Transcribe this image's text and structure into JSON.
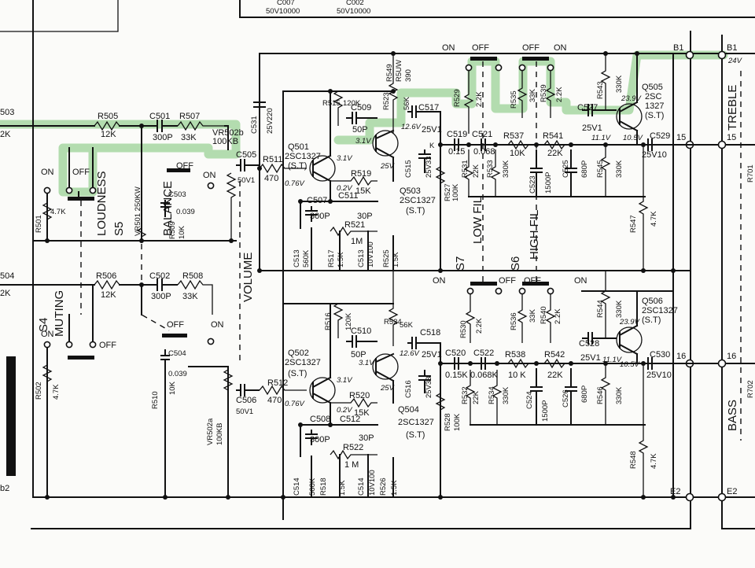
{
  "top_caps": [
    {
      "line1": "C007",
      "line2": "50V10000"
    },
    {
      "line1": "C002",
      "line2": "50V10000"
    }
  ],
  "switches": {
    "s5": {
      "name": "S5",
      "title": "LOUDNESS",
      "on": "ON",
      "off": "OFF"
    },
    "s4": {
      "name": "S4",
      "title": "MUTING",
      "on": "ON",
      "off": "OFF"
    },
    "s7": {
      "name": "S7",
      "title": "LOW FIL",
      "on": "ON",
      "off": "OFF"
    },
    "s6": {
      "name": "S6",
      "title": "HIGH FIL",
      "on": "ON",
      "off": "OFF"
    },
    "balance": {
      "title": "BALANCE",
      "off": "OFF",
      "on": "ON"
    },
    "volume": {
      "title": "VOLUME",
      "off": "OFF",
      "on": "ON"
    }
  },
  "rails": {
    "b1_left": "B1",
    "b1_right": "B1",
    "b1_volt": "24V",
    "e2_left": "E2",
    "e2_right": "E2",
    "n15_left": "15",
    "n15_right": "15",
    "n16_left": "16",
    "n16_right": "16",
    "treble": "TREBLE",
    "bass": "BASS",
    "r701": "R701",
    "r702": "R702"
  },
  "left_edge": {
    "r503": "503",
    "r503_val": "2K",
    "r504": "504",
    "r504_val": "2K",
    "b2": "b2"
  },
  "upper": {
    "r505": "R505",
    "r505_val": "12K",
    "c501": "C501",
    "c501_val": "300P",
    "r507": "R507",
    "r507_val": "33K",
    "r501": "R501",
    "r501_val": "4.7K",
    "vr501": "VR501 250KW",
    "c503": "C503",
    "c503_val": "0.039",
    "r509": "R509",
    "r509_val": "10K",
    "vr502b": "VR502b",
    "vr502b_val": "100KB",
    "c505": "C505",
    "c505_val": "50V1",
    "c531": "C531",
    "c531_val": "25V220",
    "r511": "R511",
    "r511_val": "470",
    "v076": "0.76V",
    "q501": "Q501",
    "q501_type": "2SC1327",
    "q501_st": "(S.T)",
    "v31a": "3.1V",
    "v31b": "3.1V",
    "v02": "0.2V",
    "v25": "25V",
    "v126": "12.6V",
    "r515": "R515",
    "r515_val": "120K",
    "c509": "C509",
    "c509_val": "50P",
    "r523": "R523",
    "r523_val": "56K",
    "r549": "R549",
    "r549_val": "R5UW",
    "r549_val2": "390",
    "r519": "R519",
    "r519_val": "15K",
    "c507": "C507",
    "c507_val": "300P",
    "c511": "C511",
    "c511_val": "30P",
    "r521": "R521",
    "r521_val": "1M",
    "c513": "C513",
    "c513_val": "560K",
    "r517": "R517",
    "r517_val": "1.5K",
    "c513b": "C513",
    "c513b_val": "10V100",
    "r525": "R525",
    "r525_val": "1.5K",
    "q503": "Q503",
    "q503_type": "2SC1327",
    "q503_st": "(S.T)",
    "c515": "C515",
    "c515_val": "25V33",
    "c517": "C517",
    "c517_val": "25V1",
    "r527": "R527",
    "r527_val": "100K",
    "r529": "R529",
    "r529_val": "2.2K",
    "c519": "C519",
    "c519_val": "0.15",
    "c521": "C521",
    "c521_val": "0.068",
    "r531": "R531",
    "r531_val": "22K",
    "r533": "R533",
    "r533_val": "330K",
    "r535": "R535",
    "r535_val": "33K",
    "r539": "R539",
    "r539_val": "2.2K",
    "r537": "R537",
    "r537_val": "10K",
    "r541": "R541",
    "r541_val": "22K",
    "c523": "C523",
    "c523_val": "1500P",
    "c525": "C525",
    "c525_val": "680P",
    "r545": "R545",
    "r545_val": "330K",
    "r543": "R543",
    "r543_val": "330K",
    "c527": "C527",
    "c527_val": "25V1",
    "v239": "23.9V",
    "v111": "11.1V",
    "v105": "10.5V",
    "q505": "Q505",
    "q505_type": "2SC",
    "q505_type2": "1327",
    "q505_st": "(S.T)",
    "c529": "C529",
    "c529_val": "25V10",
    "r547": "R547",
    "r547_val": "4.7K",
    "k": "K"
  },
  "lower": {
    "r506": "R506",
    "r506_val": "12K",
    "c502": "C502",
    "c502_val": "300P",
    "r508": "R508",
    "r508_val": "33K",
    "r502": "R502",
    "r502_val": "4.7K",
    "c504": "C504",
    "c504_val": "0.039",
    "r510": "R510",
    "r510_val": "10K",
    "vr502a": "VR502a",
    "vr502a_val": "100KB",
    "c506": "C506",
    "c506_val": "50V1",
    "r512": "R512",
    "r512_val": "470",
    "v076": "0.76V",
    "q502": "Q502",
    "q502_type": "2SC1327",
    "q502_st": "(S.T)",
    "v31a": "3.1V",
    "v31b": "3.1V",
    "v02": "0.2V",
    "v25": "25V",
    "v126": "12.6V",
    "r516": "R516",
    "r516_val": "120K",
    "c510": "C510",
    "c510_val": "50P",
    "r524": "R524",
    "r524_val": "56K",
    "r520": "R520",
    "r520_val": "15K",
    "c508": "C508",
    "c508_val": "300P",
    "c512": "C512",
    "c512_val": "30P",
    "r522": "R522",
    "r522_val": "1 M",
    "c514": "C514",
    "c514_val": "560K",
    "r518": "R518",
    "r518_val": "1.5K",
    "c514b": "C514",
    "c514b_val": "10V100",
    "r526": "R526",
    "r526_val": "1.5K",
    "q504": "Q504",
    "q504_type": "2SC1327",
    "q504_st": "(S.T)",
    "c516": "C516",
    "c516_val": "25V33",
    "c518": "C518",
    "c518_val": "25V1",
    "r528": "R528",
    "r528_val": "100K",
    "r530": "R530",
    "r530_val": "2.2K",
    "c520": "C520",
    "c520_val": "0.15K",
    "c522": "C522",
    "c522_val": "0.068K",
    "r532": "R532",
    "r532_val": "22K",
    "r534": "R534",
    "r534_val": "330K",
    "r536": "R536",
    "r536_val": "33K",
    "r540": "R540",
    "r540_val": "2.2K",
    "r538": "R538",
    "r538_val": "10 K",
    "r542": "R542",
    "r542_val": "22K",
    "c524": "C524",
    "c524_val": "1500P",
    "c526": "C526",
    "c526_val": "680P",
    "r546": "R546",
    "r546_val": "330K",
    "r544": "R544",
    "r544_val": "330K",
    "c528": "C528",
    "c528_val": "25V1",
    "v239": "23.9V",
    "v111": "11.1V",
    "v105": "10.5V",
    "q506": "Q506",
    "q506_type": "2SC1327",
    "q506_st": "(S.T)",
    "c530": "C530",
    "c530_val": "25V10",
    "r548": "R548",
    "r548_val": "4.7K"
  }
}
